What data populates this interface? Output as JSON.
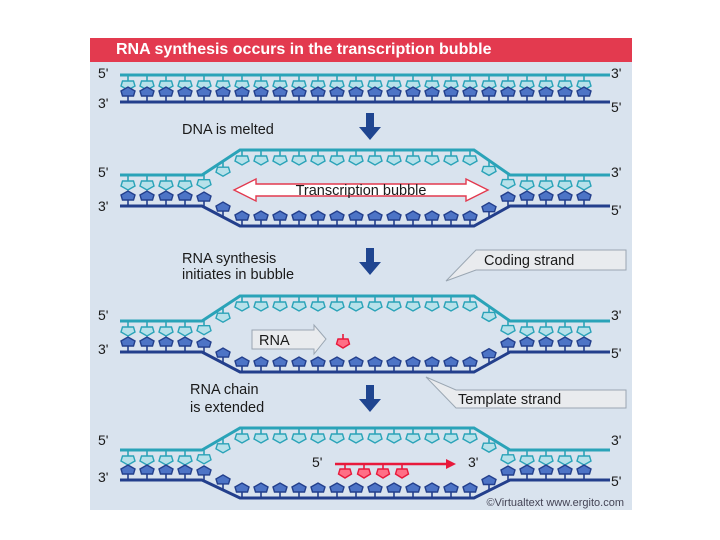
{
  "figure": {
    "title": "RNA synthesis occurs in the transcription bubble",
    "credit": "©Virtualtext www.ergito.com",
    "colors": {
      "background": "#d9e3ee",
      "title_bar": "#e33a4f",
      "top_strand": "#2aa3b8",
      "bottom_strand": "#233f8c",
      "rna": "#e8193b",
      "arrow": "#1f4590",
      "pointer": "#e9ebee"
    },
    "stages": [
      {
        "id": "duplex",
        "top_left": "5'",
        "top_right": "3'",
        "bottom_left": "3'",
        "bottom_right": "5'"
      },
      {
        "id": "melted",
        "top_left": "5'",
        "top_right": "3'",
        "bottom_left": "3'",
        "bottom_right": "5'",
        "bubble_label": "Transcription bubble"
      },
      {
        "id": "initiation",
        "top_left": "5'",
        "top_right": "3'",
        "bottom_left": "3'",
        "bottom_right": "5'",
        "rna_label": "RNA"
      },
      {
        "id": "extension",
        "top_left": "5'",
        "top_right": "3'",
        "bottom_left": "3'",
        "bottom_right": "5'",
        "rna_5_label": "5'",
        "rna_3_label": "3'"
      }
    ],
    "captions": {
      "step1": "DNA is melted",
      "step2_line1": "RNA synthesis",
      "step2_line2": "initiates in bubble",
      "step3_line1": "RNA chain",
      "step3_line2": "is extended"
    },
    "callouts": {
      "coding": "Coding strand",
      "template": "Template strand"
    }
  }
}
